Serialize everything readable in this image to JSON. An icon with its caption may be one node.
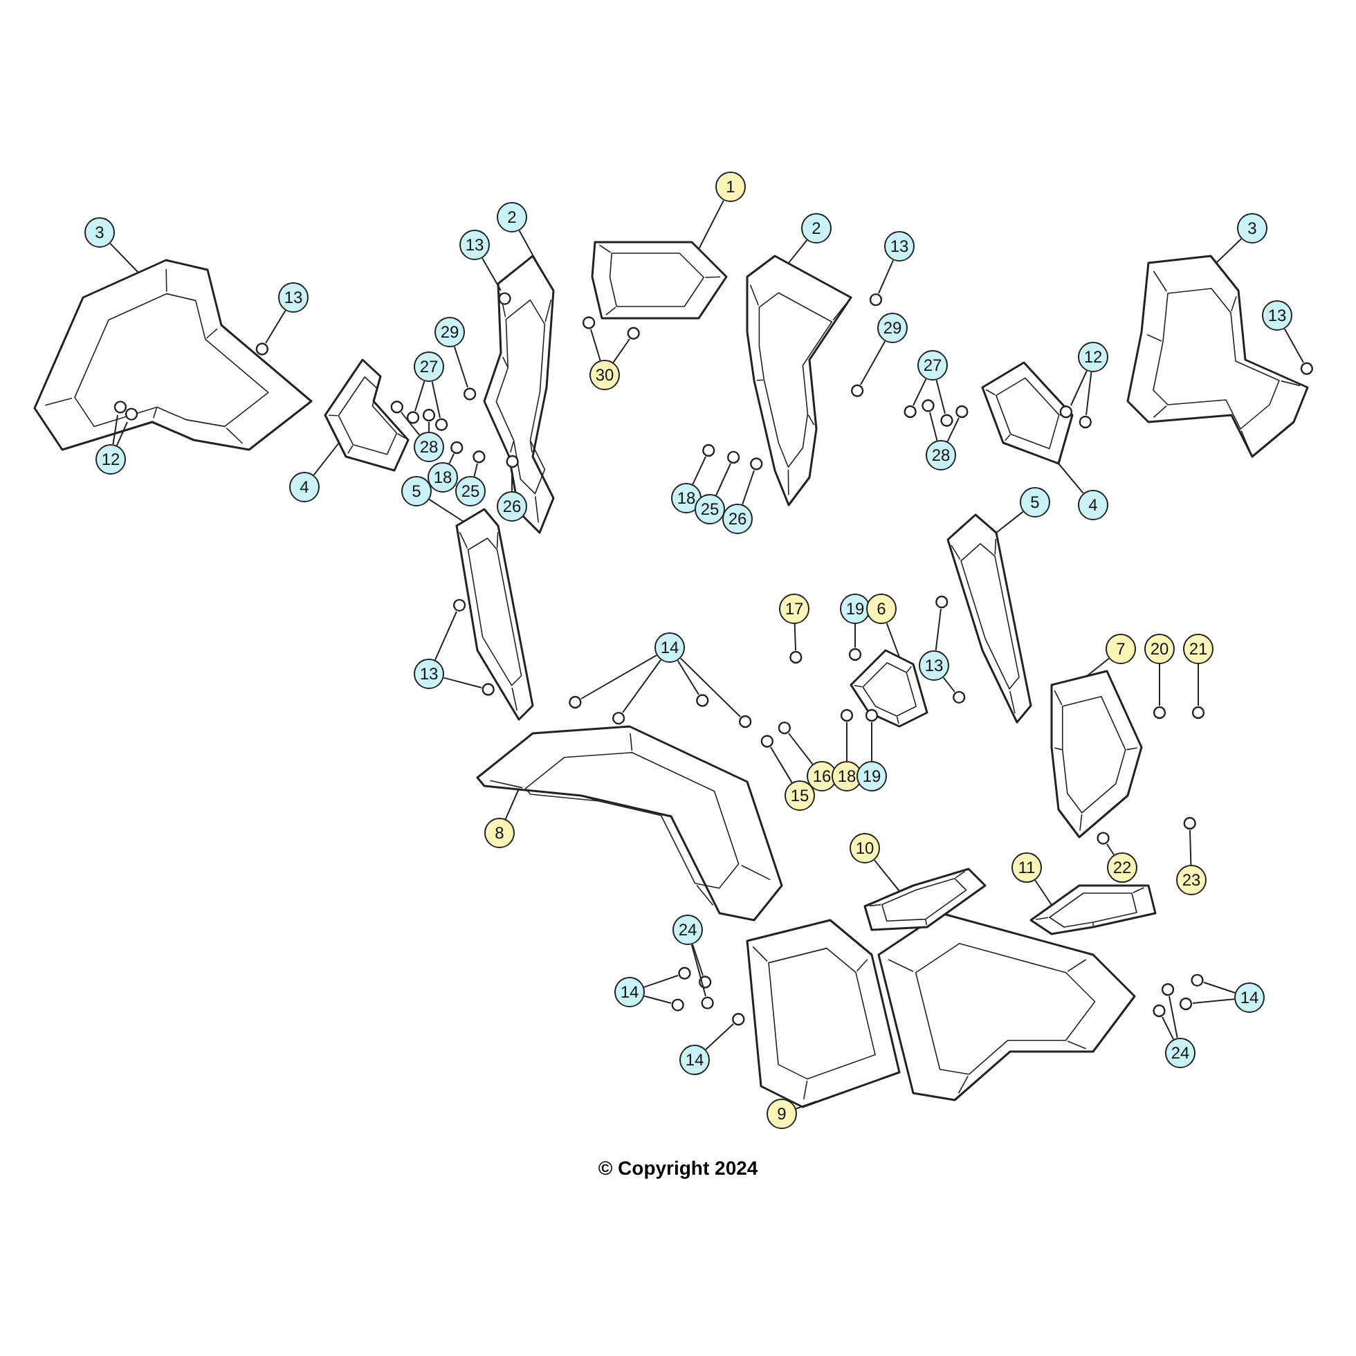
{
  "diagram": {
    "caption": "© Copyright 2024",
    "nodes": [
      {
        "text": [
          "3"
        ]
      },
      {
        "text": [
          "2"
        ]
      },
      {
        "text": [
          "13"
        ]
      },
      {
        "text": [
          "1"
        ]
      },
      {
        "text": [
          "2"
        ]
      },
      {
        "text": [
          "13"
        ]
      },
      {
        "text": [
          "3"
        ]
      },
      {
        "text": [
          "13"
        ]
      },
      {
        "text": [
          "29"
        ]
      },
      {
        "text": [
          "13"
        ]
      },
      {
        "text": [
          "30"
        ]
      },
      {
        "text": [
          "29"
        ]
      },
      {
        "text": [
          "27"
        ]
      },
      {
        "text": [
          "27"
        ]
      },
      {
        "text": [
          "12"
        ]
      },
      {
        "text": [
          "12"
        ]
      },
      {
        "text": [
          "28"
        ]
      },
      {
        "text": [
          "28"
        ]
      },
      {
        "text": [
          "4"
        ]
      },
      {
        "text": [
          "18"
        ]
      },
      {
        "text": [
          "25"
        ]
      },
      {
        "text": [
          "26"
        ]
      },
      {
        "text": [
          "18"
        ]
      },
      {
        "text": [
          "25"
        ]
      },
      {
        "text": [
          "26"
        ]
      },
      {
        "text": [
          "4"
        ]
      },
      {
        "text": [
          "5"
        ]
      },
      {
        "text": [
          "5"
        ]
      },
      {
        "text": [
          "17"
        ]
      },
      {
        "text": [
          "19"
        ]
      },
      {
        "text": [
          "6"
        ]
      },
      {
        "text": [
          "14"
        ]
      },
      {
        "text": [
          "13"
        ]
      },
      {
        "text": [
          "13"
        ]
      },
      {
        "text": [
          "7"
        ]
      },
      {
        "text": [
          "20"
        ]
      },
      {
        "text": [
          "21"
        ]
      },
      {
        "text": [
          "16"
        ]
      },
      {
        "text": [
          "18"
        ]
      },
      {
        "text": [
          "19"
        ]
      },
      {
        "text": [
          "15"
        ]
      },
      {
        "text": [
          "8"
        ]
      },
      {
        "text": [
          "10"
        ]
      },
      {
        "text": [
          "11"
        ]
      },
      {
        "text": [
          "22"
        ]
      },
      {
        "text": [
          "23"
        ]
      },
      {
        "text": [
          "24"
        ]
      },
      {
        "text": [
          "14"
        ]
      },
      {
        "text": [
          "14"
        ]
      },
      {
        "text": [
          "9"
        ]
      },
      {
        "text": [
          "14"
        ]
      },
      {
        "text": [
          "24"
        ]
      },
      {
        "text": [],
        "shape": "picture"
      },
      {
        "text": [],
        "shape": "picture"
      },
      {
        "text": [],
        "shape": "picture"
      },
      {
        "text": [],
        "shape": "picture"
      },
      {
        "text": [],
        "shape": "picture"
      },
      {
        "text": [],
        "shape": "picture"
      },
      {
        "text": [],
        "shape": "picture"
      },
      {
        "text": [],
        "shape": "picture"
      },
      {
        "text": [],
        "shape": "picture"
      },
      {
        "text": [],
        "shape": "picture"
      },
      {
        "text": [],
        "shape": "picture"
      },
      {
        "text": [],
        "shape": "picture"
      },
      {
        "text": [],
        "shape": "picture"
      },
      {
        "text": [],
        "shape": "picture"
      },
      {
        "text": [],
        "shape": "picture"
      },
      {
        "text": [],
        "shape": "picture"
      },
      {
        "text": [],
        "shape": "circle",
        "in": 54
      },
      {
        "text": [],
        "shape": "circle"
      },
      {
        "text": [],
        "shape": "circle"
      },
      {
        "text": [],
        "shape": "circle"
      },
      {
        "text": [],
        "shape": "circle"
      },
      {
        "text": [],
        "shape": "circle"
      },
      {
        "text": [],
        "shape": "circle"
      },
      {
        "text": [],
        "shape": "circle"
      },
      {
        "text": [],
        "shape": "circle"
      },
      {
        "text": [],
        "shape": "circle"
      },
      {
        "text": [],
        "shape": "circle"
      },
      {
        "text": [],
        "shape": "circle"
      },
      {
        "text": [],
        "shape": "circle",
        "in": 57
      },
      {
        "text": [],
        "shape": "circle"
      },
      {
        "text": [],
        "shape": "circle",
        "in": 52
      },
      {
        "text": [],
        "shape": "circle",
        "in": 52
      },
      {
        "text": [],
        "shape": "circle"
      },
      {
        "text": [],
        "shape": "circle"
      },
      {
        "text": [],
        "shape": "circle"
      },
      {
        "text": [],
        "shape": "circle"
      },
      {
        "text": [],
        "shape": "circle"
      },
      {
        "text": [],
        "shape": "circle"
      },
      {
        "text": [],
        "shape": "circle",
        "in": 54
      },
      {
        "text": [],
        "shape": "circle"
      },
      {
        "text": [],
        "shape": "circle"
      },
      {
        "text": [],
        "shape": "circle"
      },
      {
        "text": [],
        "shape": "circle"
      },
      {
        "text": [],
        "shape": "circle"
      },
      {
        "text": [],
        "shape": "circle"
      },
      {
        "text": [],
        "shape": "circle"
      },
      {
        "text": [],
        "shape": "circle"
      },
      {
        "text": [],
        "shape": "circle"
      },
      {
        "text": [],
        "shape": "circle"
      },
      {
        "text": [],
        "shape": "circle"
      },
      {
        "text": [],
        "shape": "circle"
      },
      {
        "text": [],
        "shape": "circle"
      },
      {
        "text": [],
        "shape": "circle"
      },
      {
        "text": [],
        "shape": "circle"
      },
      {
        "text": [],
        "shape": "circle"
      },
      {
        "text": [],
        "shape": "circle"
      },
      {
        "text": [],
        "shape": "circle"
      },
      {
        "text": [],
        "shape": "circle"
      },
      {
        "text": [],
        "shape": "circle"
      },
      {
        "text": [],
        "shape": "circle"
      },
      {
        "text": [],
        "shape": "circle"
      },
      {
        "text": [],
        "shape": "circle"
      },
      {
        "text": [],
        "shape": "circle"
      },
      {
        "text": [],
        "shape": "circle"
      },
      {
        "text": [],
        "shape": "circle"
      },
      {
        "text": [],
        "shape": "circle"
      },
      {
        "text": [],
        "shape": "circle"
      },
      {
        "text": [],
        "shape": "circle"
      },
      {
        "text": [],
        "shape": "circle"
      }
    ],
    "edges": [
      {
        "from": 0,
        "to": 52,
        "arrow": "none"
      },
      {
        "from": 1,
        "to": 54,
        "arrow": "none"
      },
      {
        "from": 2,
        "to": 68,
        "arrow": "none"
      },
      {
        "from": 3,
        "to": 55,
        "arrow": "none"
      },
      {
        "from": 4,
        "to": 56,
        "arrow": "none"
      },
      {
        "from": 5,
        "to": 69,
        "arrow": "none"
      },
      {
        "from": 6,
        "to": 58,
        "arrow": "none"
      },
      {
        "from": 7,
        "to": 70,
        "arrow": "none"
      },
      {
        "from": 8,
        "to": 71,
        "arrow": "none"
      },
      {
        "from": 9,
        "to": 72,
        "arrow": "none"
      },
      {
        "from": 10,
        "to": 73,
        "arrow": "none"
      },
      {
        "from": 10,
        "to": 74,
        "arrow": "none"
      },
      {
        "from": 11,
        "to": 75,
        "arrow": "none"
      },
      {
        "from": 12,
        "to": 76,
        "arrow": "none"
      },
      {
        "from": 12,
        "to": 77,
        "arrow": "none"
      },
      {
        "from": 13,
        "to": 78,
        "arrow": "none"
      },
      {
        "from": 13,
        "to": 79,
        "arrow": "none"
      },
      {
        "from": 14,
        "to": 80,
        "arrow": "none"
      },
      {
        "from": 14,
        "to": 81,
        "arrow": "none"
      },
      {
        "from": 15,
        "to": 82,
        "arrow": "none"
      },
      {
        "from": 15,
        "to": 83,
        "arrow": "none"
      },
      {
        "from": 16,
        "to": 84,
        "arrow": "none"
      },
      {
        "from": 16,
        "to": 85,
        "arrow": "none"
      },
      {
        "from": 17,
        "to": 86,
        "arrow": "none"
      },
      {
        "from": 17,
        "to": 87,
        "arrow": "none"
      },
      {
        "from": 18,
        "to": 53,
        "arrow": "none"
      },
      {
        "from": 19,
        "to": 88,
        "arrow": "none"
      },
      {
        "from": 20,
        "to": 89,
        "arrow": "none"
      },
      {
        "from": 21,
        "to": 90,
        "arrow": "none"
      },
      {
        "from": 22,
        "to": 91,
        "arrow": "none"
      },
      {
        "from": 23,
        "to": 92,
        "arrow": "none"
      },
      {
        "from": 24,
        "to": 93,
        "arrow": "none"
      },
      {
        "from": 25,
        "to": 57,
        "arrow": "none"
      },
      {
        "from": 26,
        "to": 59,
        "arrow": "none"
      },
      {
        "from": 27,
        "to": 60,
        "arrow": "none"
      },
      {
        "from": 28,
        "to": 94,
        "arrow": "none"
      },
      {
        "from": 29,
        "to": 95,
        "arrow": "none"
      },
      {
        "from": 30,
        "to": 62,
        "arrow": "none"
      },
      {
        "from": 31,
        "to": 96,
        "arrow": "none"
      },
      {
        "from": 31,
        "to": 97,
        "arrow": "none"
      },
      {
        "from": 31,
        "to": 98,
        "arrow": "none"
      },
      {
        "from": 31,
        "to": 99,
        "arrow": "none"
      },
      {
        "from": 32,
        "to": 100,
        "arrow": "none"
      },
      {
        "from": 32,
        "to": 101,
        "arrow": "none"
      },
      {
        "from": 33,
        "to": 102,
        "arrow": "none"
      },
      {
        "from": 33,
        "to": 103,
        "arrow": "none"
      },
      {
        "from": 34,
        "to": 63,
        "arrow": "none"
      },
      {
        "from": 35,
        "to": 104,
        "arrow": "none"
      },
      {
        "from": 36,
        "to": 105,
        "arrow": "none"
      },
      {
        "from": 37,
        "to": 106,
        "arrow": "none"
      },
      {
        "from": 38,
        "to": 107,
        "arrow": "none"
      },
      {
        "from": 39,
        "to": 108,
        "arrow": "none"
      },
      {
        "from": 40,
        "to": 109,
        "arrow": "none"
      },
      {
        "from": 41,
        "to": 61,
        "arrow": "none"
      },
      {
        "from": 42,
        "to": 66,
        "arrow": "none"
      },
      {
        "from": 43,
        "to": 67,
        "arrow": "none"
      },
      {
        "from": 44,
        "to": 110,
        "arrow": "none"
      },
      {
        "from": 45,
        "to": 111,
        "arrow": "none"
      },
      {
        "from": 46,
        "to": 112,
        "arrow": "none"
      },
      {
        "from": 46,
        "to": 113,
        "arrow": "none"
      },
      {
        "from": 47,
        "to": 114,
        "arrow": "none"
      },
      {
        "from": 47,
        "to": 115,
        "arrow": "none"
      },
      {
        "from": 48,
        "to": 116,
        "arrow": "none"
      },
      {
        "from": 49,
        "to": 64,
        "arrow": "none"
      },
      {
        "from": 50,
        "to": 117,
        "arrow": "none"
      },
      {
        "from": 50,
        "to": 118,
        "arrow": "none"
      },
      {
        "from": 51,
        "to": 119,
        "arrow": "none"
      },
      {
        "from": 51,
        "to": 120,
        "arrow": "none"
      }
    ]
  }
}
